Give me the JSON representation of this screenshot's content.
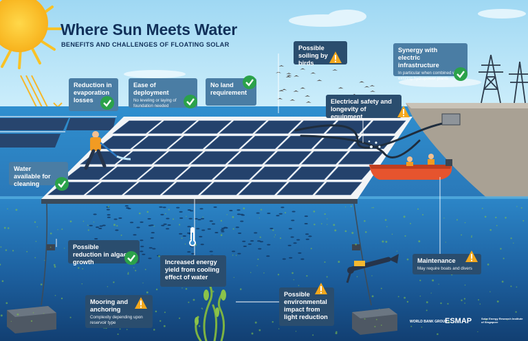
{
  "title": "Where Sun Meets Water",
  "subtitle": "BENEFITS AND CHALLENGES OF FLOATING SOLAR",
  "colors": {
    "benefit": "#2ba24a",
    "challenge": "#f4a81d",
    "callout": "#4a7da4",
    "callout_dark": "#2a4d6e",
    "title": "#12315a"
  },
  "callouts": {
    "evaporation": {
      "title": "Reduction in evaporation losses",
      "kind": "benefit",
      "icon": "check-icon"
    },
    "deployment": {
      "title": "Ease of deployment",
      "detail": "No leveling or laying of foundation needed",
      "kind": "benefit",
      "icon": "check-icon"
    },
    "no_land": {
      "title": "No land requirement",
      "kind": "benefit",
      "icon": "check-icon"
    },
    "soiling": {
      "title": "Possible soiling by birds",
      "kind": "challenge",
      "icon": "warning-icon"
    },
    "synergy": {
      "title": "Synergy with electric infrastructure",
      "detail": "In particular when combined with existing hydropower plants",
      "kind": "benefit",
      "icon": "check-icon"
    },
    "electrical": {
      "title": "Electrical safety and longevity of equipment",
      "kind": "challenge",
      "icon": "warning-icon"
    },
    "cleaning": {
      "title": "Water available for cleaning",
      "kind": "benefit",
      "icon": "check-icon"
    },
    "algae": {
      "title": "Possible reduction in algae growth",
      "kind": "benefit",
      "icon": "check-icon"
    },
    "energy_yield": {
      "title": "Increased energy yield from cooling effect of water",
      "kind": "benefit",
      "icon": "thermometer-icon"
    },
    "maintenance": {
      "title": "Maintenance",
      "detail": "May require boats and divers",
      "kind": "challenge",
      "icon": "warning-icon"
    },
    "mooring": {
      "title": "Mooring and anchoring",
      "detail": "Complexity depending upon reservoir type",
      "kind": "challenge",
      "icon": "warning-icon"
    },
    "environment": {
      "title": "Possible environmental impact from light reduction",
      "kind": "challenge",
      "icon": "warning-icon"
    }
  },
  "logos": {
    "world_bank": "WORLD BANK GROUP",
    "esmap": "ESMAP",
    "solar_institute": "Solar Energy Research Institute of Singapore"
  }
}
